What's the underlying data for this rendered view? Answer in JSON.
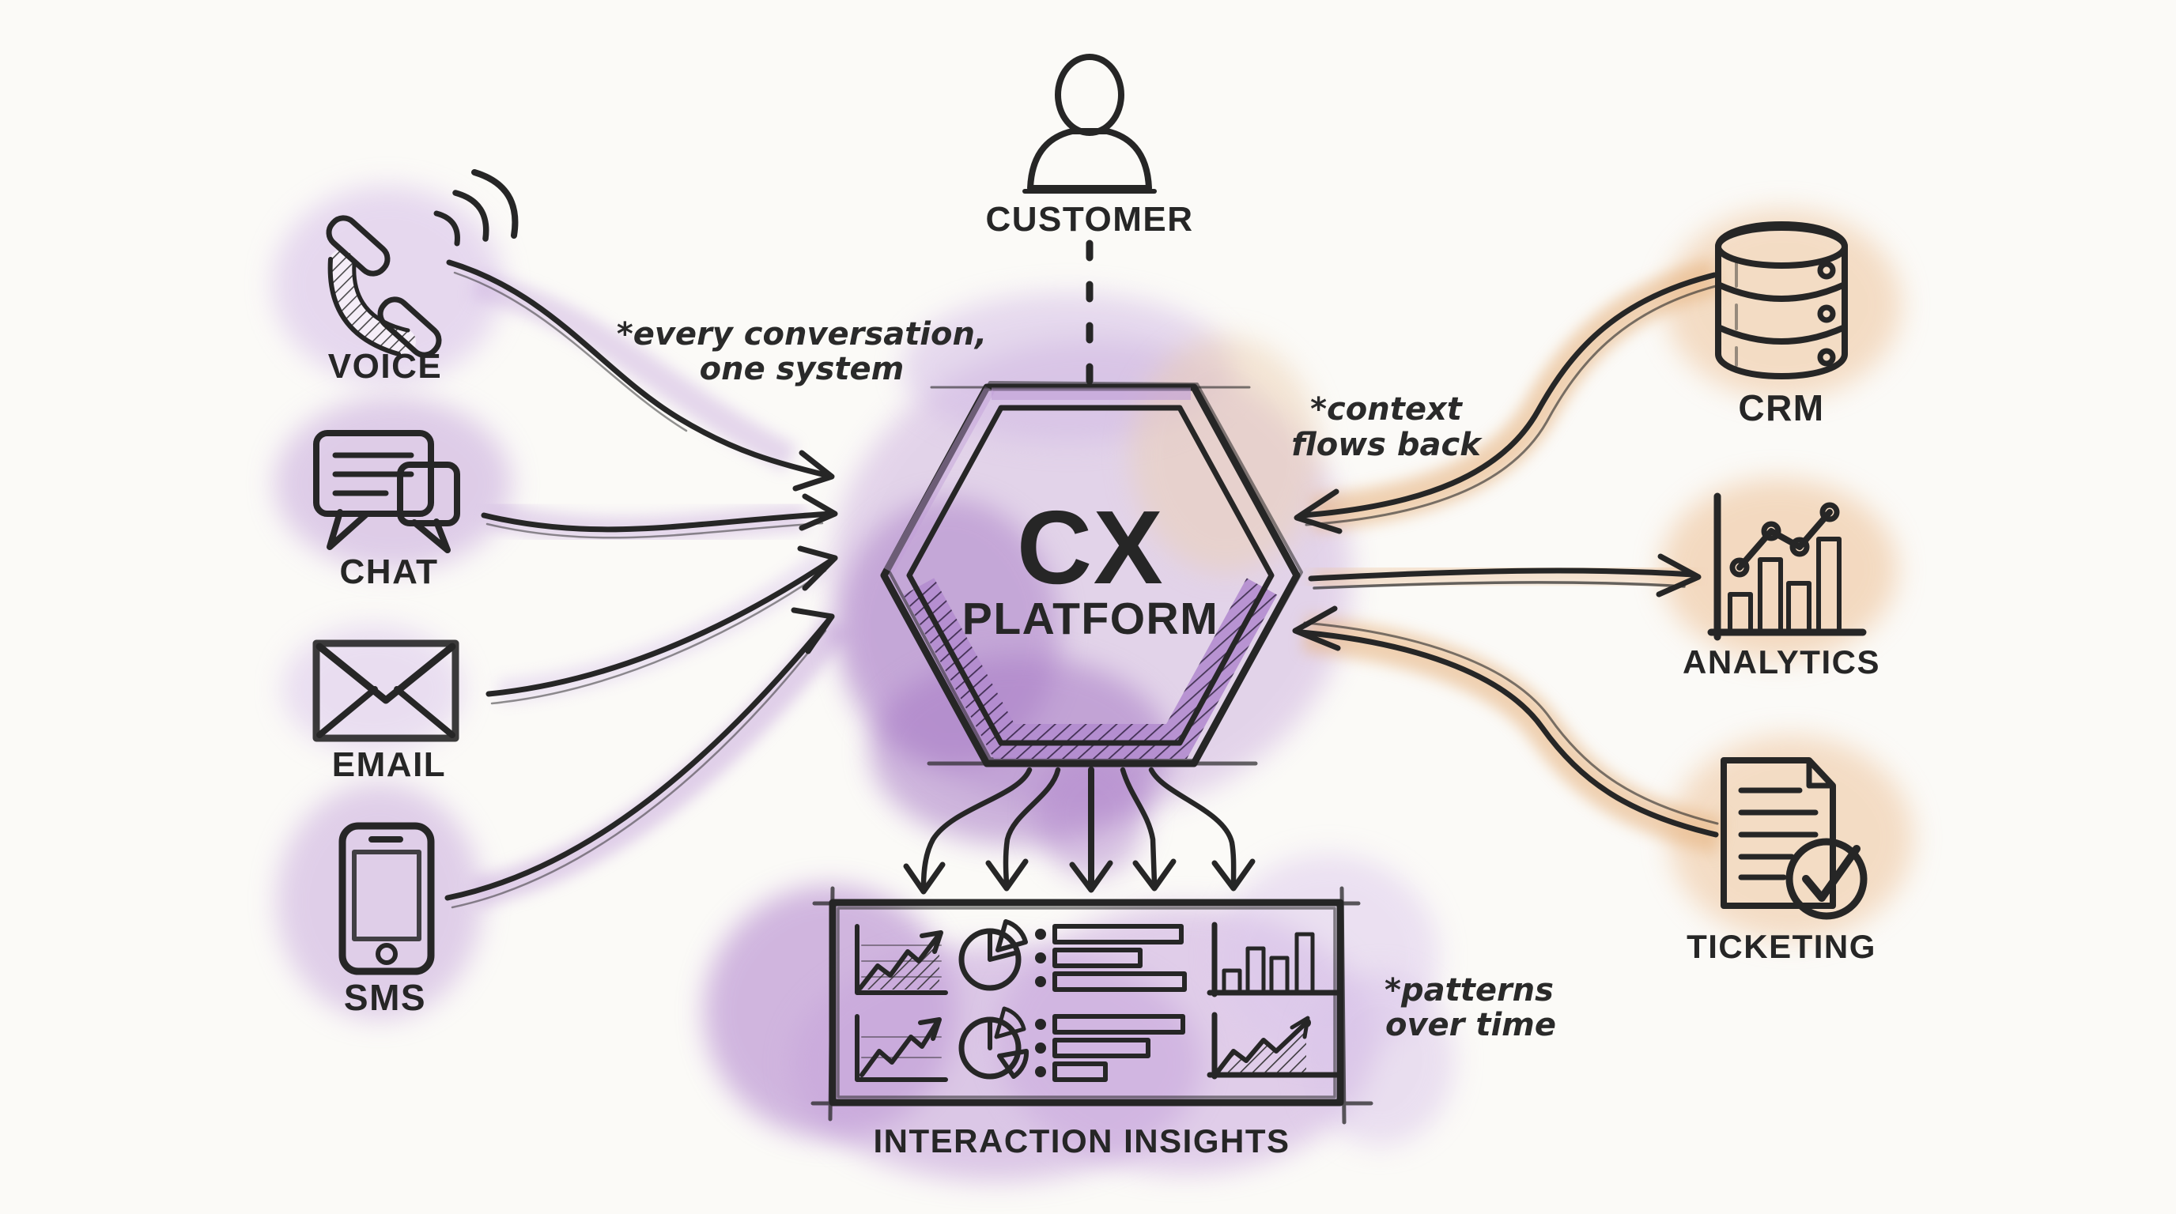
{
  "customer": {
    "label": "CUSTOMER",
    "icon": "person-icon"
  },
  "hexagon": {
    "title_line1": "CX",
    "title_line2": "PLATFORM"
  },
  "channels": [
    {
      "label": "VOICE",
      "icon": "phone-handset-icon"
    },
    {
      "label": "CHAT",
      "icon": "chat-bubbles-icon"
    },
    {
      "label": "EMAIL",
      "icon": "envelope-icon"
    },
    {
      "label": "SMS",
      "icon": "smartphone-icon"
    }
  ],
  "systems": [
    {
      "label": "CRM",
      "icon": "database-icon"
    },
    {
      "label": "ANALYTICS",
      "icon": "bar-chart-icon"
    },
    {
      "label": "TICKETING",
      "icon": "document-check-icon"
    }
  ],
  "insights": {
    "label": "INTERACTION INSIGHTS",
    "icon": "dashboard-icon"
  },
  "annotations": {
    "left": {
      "line1": "*every conversation,",
      "line2": "one system"
    },
    "right": {
      "line1": "*context",
      "line2": "flows back"
    },
    "bottom": {
      "line1": "*patterns",
      "line2": "over time"
    }
  },
  "colors": {
    "background": "#fbfaf7",
    "ink": "#262626",
    "purple": "#c2a0d8",
    "purple_deep": "#a87cc6",
    "purple_light": "#ddcaee",
    "orange": "#dfa76f",
    "orange_light": "#eecaa2"
  }
}
